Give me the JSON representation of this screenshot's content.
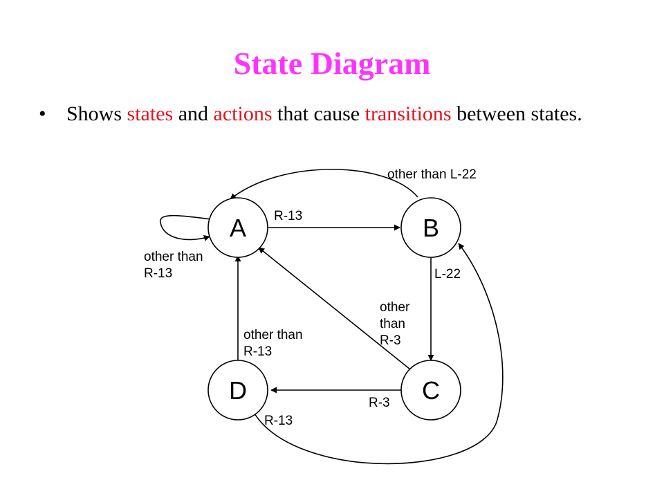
{
  "slide": {
    "title": "State Diagram",
    "title_color": "#ff33ff",
    "highlight_color": "#e8101a",
    "bullet": {
      "symbol": "•",
      "parts": [
        {
          "text": "Shows ",
          "highlight": false
        },
        {
          "text": "states",
          "highlight": true
        },
        {
          "text": " and ",
          "highlight": false
        },
        {
          "text": "actions",
          "highlight": true
        },
        {
          "text": " that cause ",
          "highlight": false
        },
        {
          "text": "transitions",
          "highlight": true
        },
        {
          "text": " between states.",
          "highlight": false
        }
      ]
    }
  },
  "diagram": {
    "states": [
      {
        "id": "A",
        "label": "A"
      },
      {
        "id": "B",
        "label": "B"
      },
      {
        "id": "C",
        "label": "C"
      },
      {
        "id": "D",
        "label": "D"
      }
    ],
    "transitions": [
      {
        "from": "A",
        "to": "A",
        "label_lines": [
          "other than",
          "R-13"
        ]
      },
      {
        "from": "A",
        "to": "B",
        "label_lines": [
          "R-13"
        ]
      },
      {
        "from": "B",
        "to": "A",
        "label_lines": [
          "other than L-22"
        ]
      },
      {
        "from": "B",
        "to": "C",
        "label_lines": [
          "L-22"
        ]
      },
      {
        "from": "C",
        "to": "A",
        "label_lines": [
          "other",
          "than",
          "R-3"
        ]
      },
      {
        "from": "C",
        "to": "D",
        "label_lines": [
          "R-3"
        ]
      },
      {
        "from": "D",
        "to": "A",
        "label_lines": [
          "other than",
          "R-13"
        ]
      },
      {
        "from": "D",
        "to": "B",
        "label_lines": [
          "R-13"
        ]
      }
    ]
  }
}
